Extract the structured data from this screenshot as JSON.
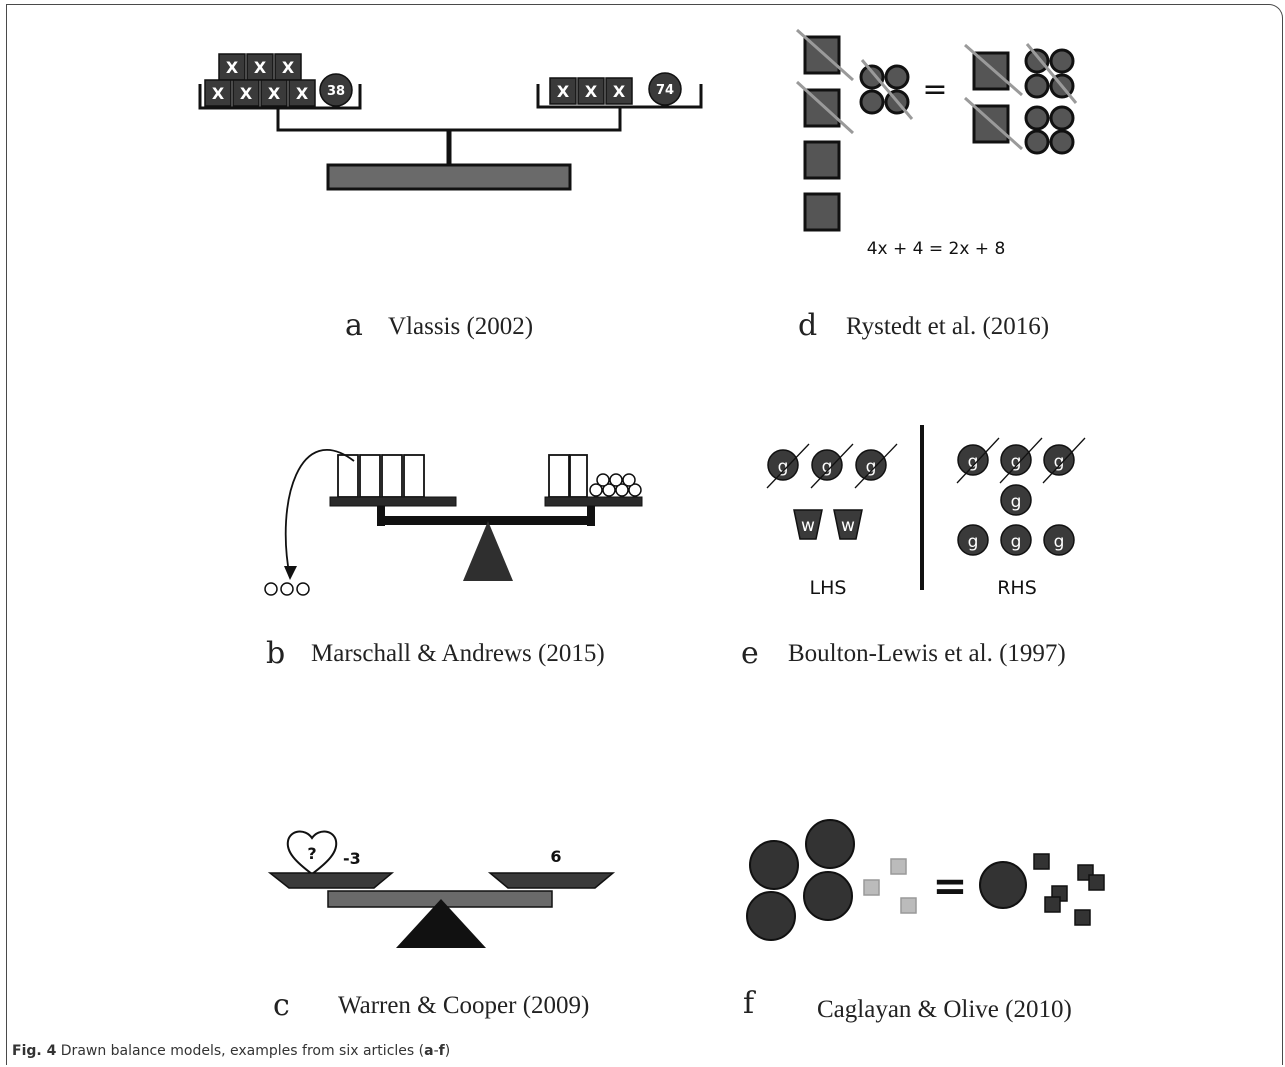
{
  "panels": {
    "a": {
      "letter": "a",
      "citation": "Vlassis (2002)",
      "left_block_label": "X",
      "left_number": "38",
      "right_block_label": "X",
      "right_number": "74"
    },
    "b": {
      "letter": "b",
      "citation": "Marschall & Andrews (2015)"
    },
    "c": {
      "letter": "c",
      "citation": "Warren & Cooper (2009)",
      "heart_label": "?",
      "left_value": "-3",
      "right_value": "6"
    },
    "d": {
      "letter": "d",
      "citation": "Rystedt et al. (2016)",
      "equals": "=",
      "equation": "4x + 4 = 2x + 8"
    },
    "e": {
      "letter": "e",
      "citation": "Boulton-Lewis et al. (1997)",
      "circle_label": "g",
      "cup_label": "w",
      "lhs": "LHS",
      "rhs": "RHS"
    },
    "f": {
      "letter": "f",
      "citation": "Caglayan & Olive (2010)",
      "equals": "="
    }
  },
  "caption": {
    "fig": "Fig. 4",
    "text": " Drawn balance models, examples from six articles (",
    "range_start": "a",
    "dash": "-",
    "range_end": "f",
    "close": ")"
  }
}
